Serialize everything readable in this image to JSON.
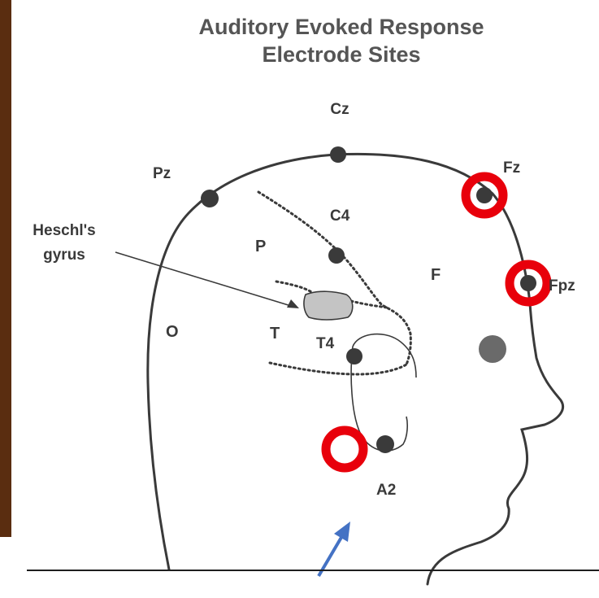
{
  "title": {
    "line1": "Auditory Evoked Response",
    "line2": "Electrode Sites"
  },
  "electrodes": {
    "cz": "Cz",
    "pz": "Pz",
    "fz": "Fz",
    "c4": "C4",
    "fpz": "Fpz",
    "t4": "T4",
    "a2": "A2"
  },
  "regions": {
    "p": "P",
    "f": "F",
    "o": "O",
    "t": "T"
  },
  "annotation": {
    "line1": "Heschl's",
    "line2": "gyrus"
  },
  "colors": {
    "highlight_ring": "#e8000b",
    "pointer_arrow": "#4472c4",
    "left_edge_strip": "#5a2d10",
    "electrode": "#3a3a3a",
    "heschl_gyrus_fill": "#c4c4c4"
  }
}
